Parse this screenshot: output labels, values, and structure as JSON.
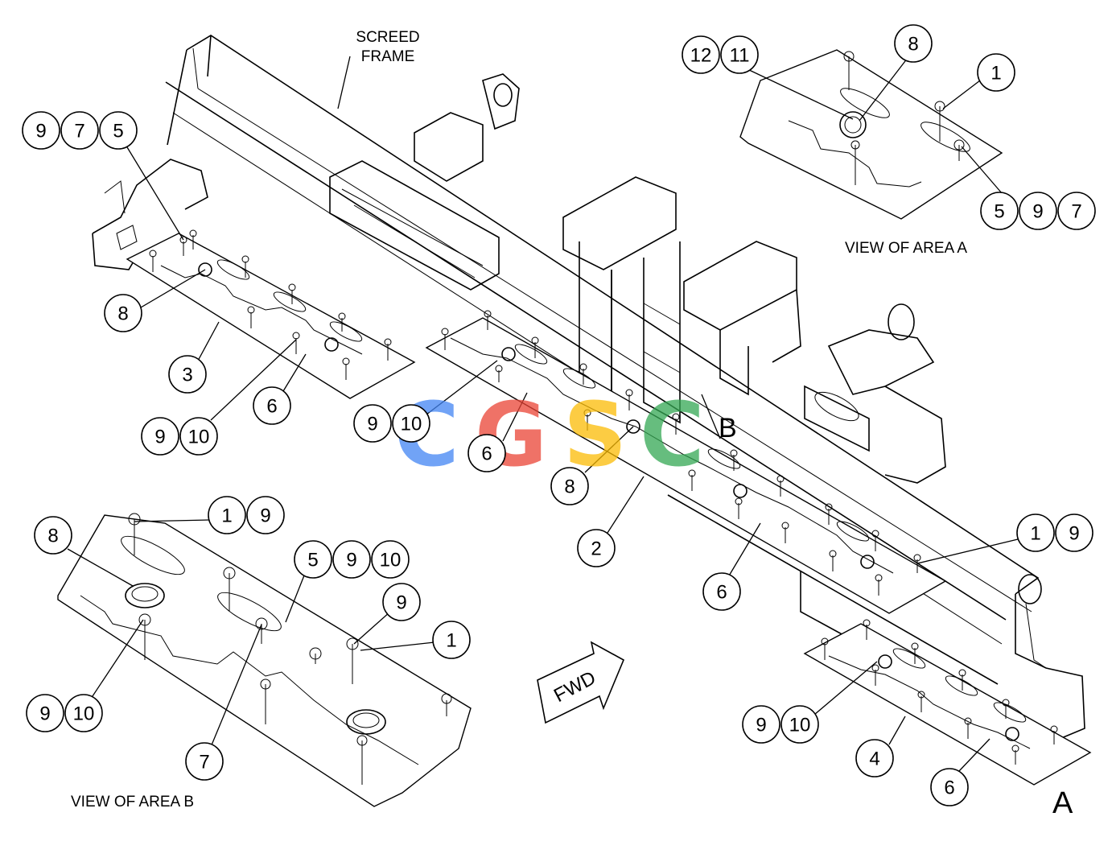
{
  "labels": {
    "screed_frame_1": "SCREED",
    "screed_frame_2": "FRAME",
    "view_area_a": "VIEW OF AREA A",
    "view_area_b": "VIEW OF AREA B",
    "area_b_marker": "B",
    "area_a_marker": "A",
    "fwd_arrow": "FWD"
  },
  "watermark": {
    "letters": [
      "C",
      "G",
      "S",
      "C"
    ],
    "colors": [
      "#4285F4",
      "#EA4335",
      "#FBBC05",
      "#34A853"
    ]
  },
  "callouts": [
    "9",
    "7",
    "5",
    "8",
    "3",
    "9",
    "10",
    "6",
    "9",
    "10",
    "6",
    "8",
    "2",
    "6",
    "1",
    "9",
    "12",
    "11",
    "8",
    "1",
    "5",
    "9",
    "7",
    "8",
    "1",
    "9",
    "5",
    "9",
    "10",
    "9",
    "1",
    "9",
    "10",
    "7",
    "9",
    "10",
    "4",
    "6"
  ]
}
